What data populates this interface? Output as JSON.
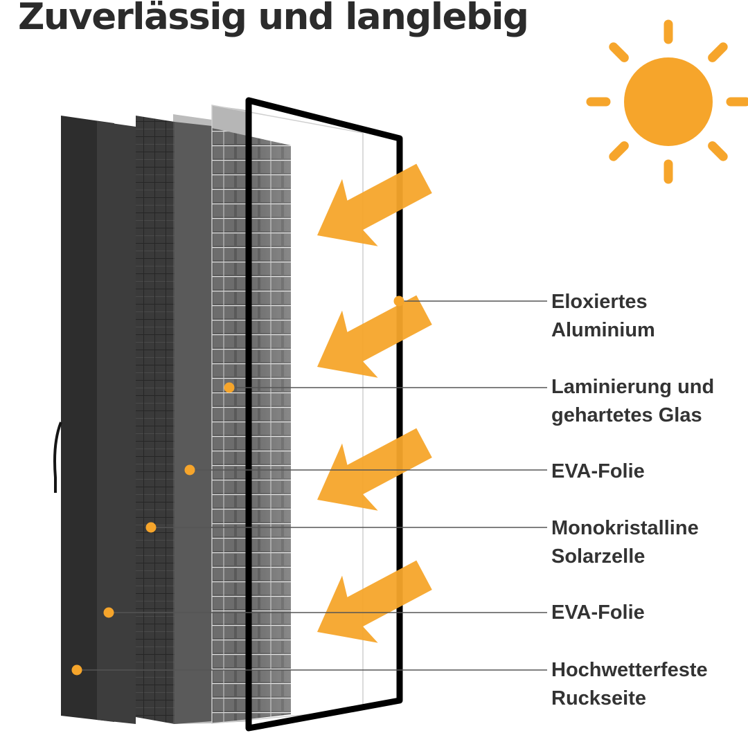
{
  "title": "Zuverlässig und langlebig",
  "colors": {
    "accent": "#f6a52b",
    "text": "#333333",
    "frame": "#000000"
  },
  "icons": {
    "sun": "sun-icon",
    "arrow": "arrow-icon"
  },
  "layers": [
    {
      "id": "frame",
      "line1": "Eloxiertes",
      "line2": "Aluminium"
    },
    {
      "id": "glass",
      "line1": "Laminierung und",
      "line2": "gehartetes Glas"
    },
    {
      "id": "eva-top",
      "line1": "EVA-Folie",
      "line2": ""
    },
    {
      "id": "cells",
      "line1": "Monokristalline",
      "line2": "Solarzelle"
    },
    {
      "id": "eva-bottom",
      "line1": "EVA-Folie",
      "line2": ""
    },
    {
      "id": "backsheet",
      "line1": "Hochwetterfeste",
      "line2": "Ruckseite"
    }
  ]
}
